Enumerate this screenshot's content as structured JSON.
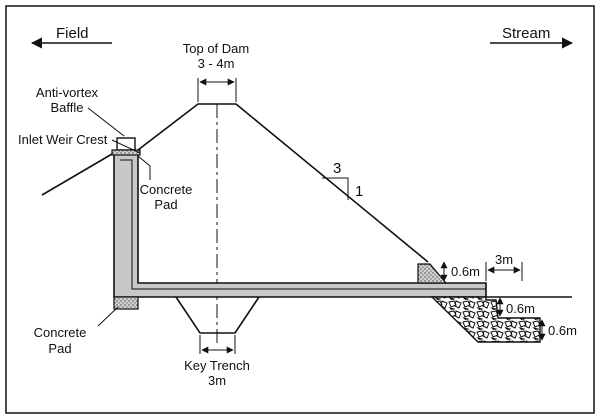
{
  "direction_left": "Field",
  "direction_right": "Stream",
  "top_of_dam": {
    "label": "Top of Dam",
    "value": "3 - 4m"
  },
  "anti_vortex_baffle": [
    "Anti-vortex",
    "Baffle"
  ],
  "inlet_weir_crest": "Inlet Weir Crest",
  "concrete_pad_upper": [
    "Concrete",
    "Pad"
  ],
  "concrete_pad_lower": [
    "Concrete",
    "Pad"
  ],
  "slope": {
    "rise": "1",
    "run": "3"
  },
  "key_trench": {
    "label": "Key Trench",
    "value": "3m"
  },
  "outlet": {
    "pad_height": "0.6m",
    "apron_length": "3m",
    "apron_depth": "0.6m",
    "riprap_thickness": "0.6m"
  },
  "colors": {
    "line": "#111111",
    "pipe_fill": "#c8c8c8",
    "background": "#ffffff"
  }
}
